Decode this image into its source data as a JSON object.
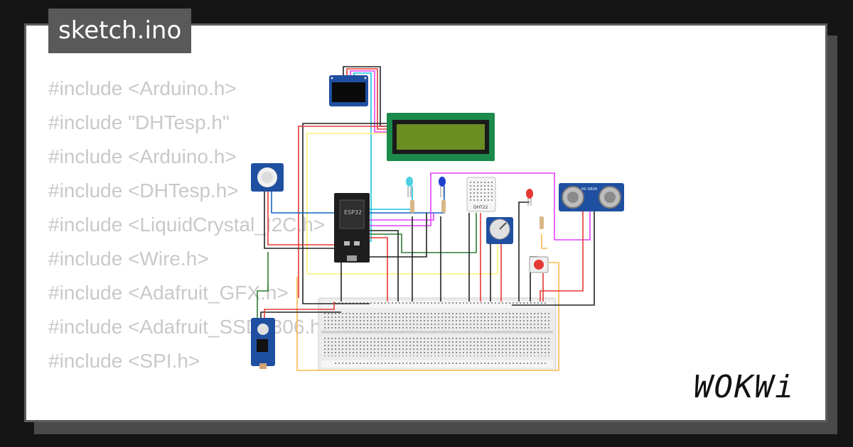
{
  "window": {
    "tab_title": "sketch.ino"
  },
  "code_lines": [
    "#include <Arduino.h>",
    "#include \"DHTesp.h\"",
    "#include <Arduino.h>",
    "#include <DHTesp.h>",
    "#include <LiquidCrystal_I2C.h>",
    "#include <Wire.h>",
    "#include <Adafruit_GFX.h>",
    "#include <Adafruit_SSD1306.h>",
    "#include <SPI.h>"
  ],
  "components": {
    "esp32_label": "ESP32",
    "dht_label": "DHT22",
    "ultrasonic_label": "HC-SR04"
  },
  "branding": {
    "logo": "WOKWi"
  },
  "colors": {
    "background": "#151515",
    "card": "#ffffff",
    "tab": "#595959",
    "code_text": "#c9c9c9",
    "breadboard": "#e8e8e8",
    "lcd_green": "#1b8a4a",
    "lcd_screen": "#6b8e23",
    "oled_blue": "#1f4fa0"
  }
}
